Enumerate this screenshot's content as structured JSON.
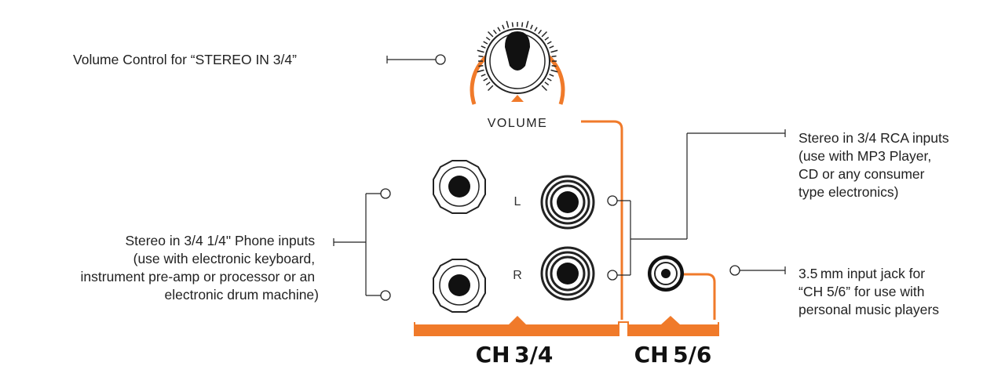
{
  "annotations": {
    "volume_control": "Volume Control for “STEREO IN 3/4”",
    "rca_inputs": [
      "Stereo in 3/4 RCA inputs",
      "(use with MP3 Player,",
      "CD or any consumer",
      "type electronics)"
    ],
    "phone_inputs": [
      "Stereo in 3/4 1/4\" Phone inputs",
      "(use with electronic keyboard,",
      "instrument pre-amp or processor or an",
      "electronic drum machine)"
    ],
    "mini_jack": [
      "3.5 mm input jack for",
      "“CH 5/6” for use with",
      "personal music players"
    ]
  },
  "panel": {
    "volume_label": "VOLUME",
    "left_label": "L",
    "right_label": "R",
    "ch34_label": "CH 3/4",
    "ch56_label": "CH 5/6"
  },
  "colors": {
    "accent": "#f07a2a",
    "ink": "#222222",
    "knob": "#111111"
  }
}
